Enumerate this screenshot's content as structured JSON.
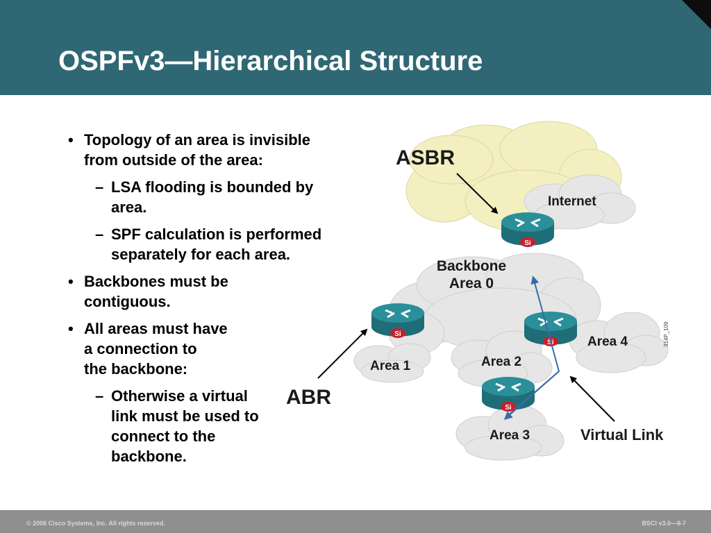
{
  "slide": {
    "title": "OSPFv3—Hierarchical Structure",
    "bullets": [
      {
        "level": 1,
        "marker": "•",
        "text": "Topology of an area is invisible\nfrom outside of the area:"
      },
      {
        "level": 2,
        "marker": "–",
        "text": "LSA flooding is bounded by\narea."
      },
      {
        "level": 2,
        "marker": "–",
        "text": "SPF calculation is performed\nseparately for each area."
      },
      {
        "level": 1,
        "marker": "•",
        "text": "Backbones must be\ncontiguous."
      },
      {
        "level": 1,
        "marker": "•",
        "text": "All areas must have\na connection to\nthe backbone:"
      },
      {
        "level": 2,
        "marker": "–",
        "text": "Otherwise a virtual\nlink must be used to\nconnect to the\nbackbone."
      }
    ]
  },
  "diagram": {
    "asbr_label": "ASBR",
    "abr_label": "ABR",
    "internet_label": "Internet",
    "backbone_label_1": "Backbone",
    "backbone_label_2": "Area 0",
    "area1_label": "Area 1",
    "area2_label": "Area 2",
    "area3_label": "Area 3",
    "area4_label": "Area 4",
    "virtual_link_label": "Virtual Link",
    "router_badge": "Si",
    "figure_code": "314P_109",
    "router_color": "#2a8f99",
    "internet_cloud_color": "#f3efc0",
    "area_cloud_color": "#e6e6e6",
    "virtual_link_color": "#3a6aa8"
  },
  "footer": {
    "copyright": "© 2006 Cisco Systems, Inc. All rights reserved.",
    "slide_number": "BSCI v3.0—8-7"
  }
}
